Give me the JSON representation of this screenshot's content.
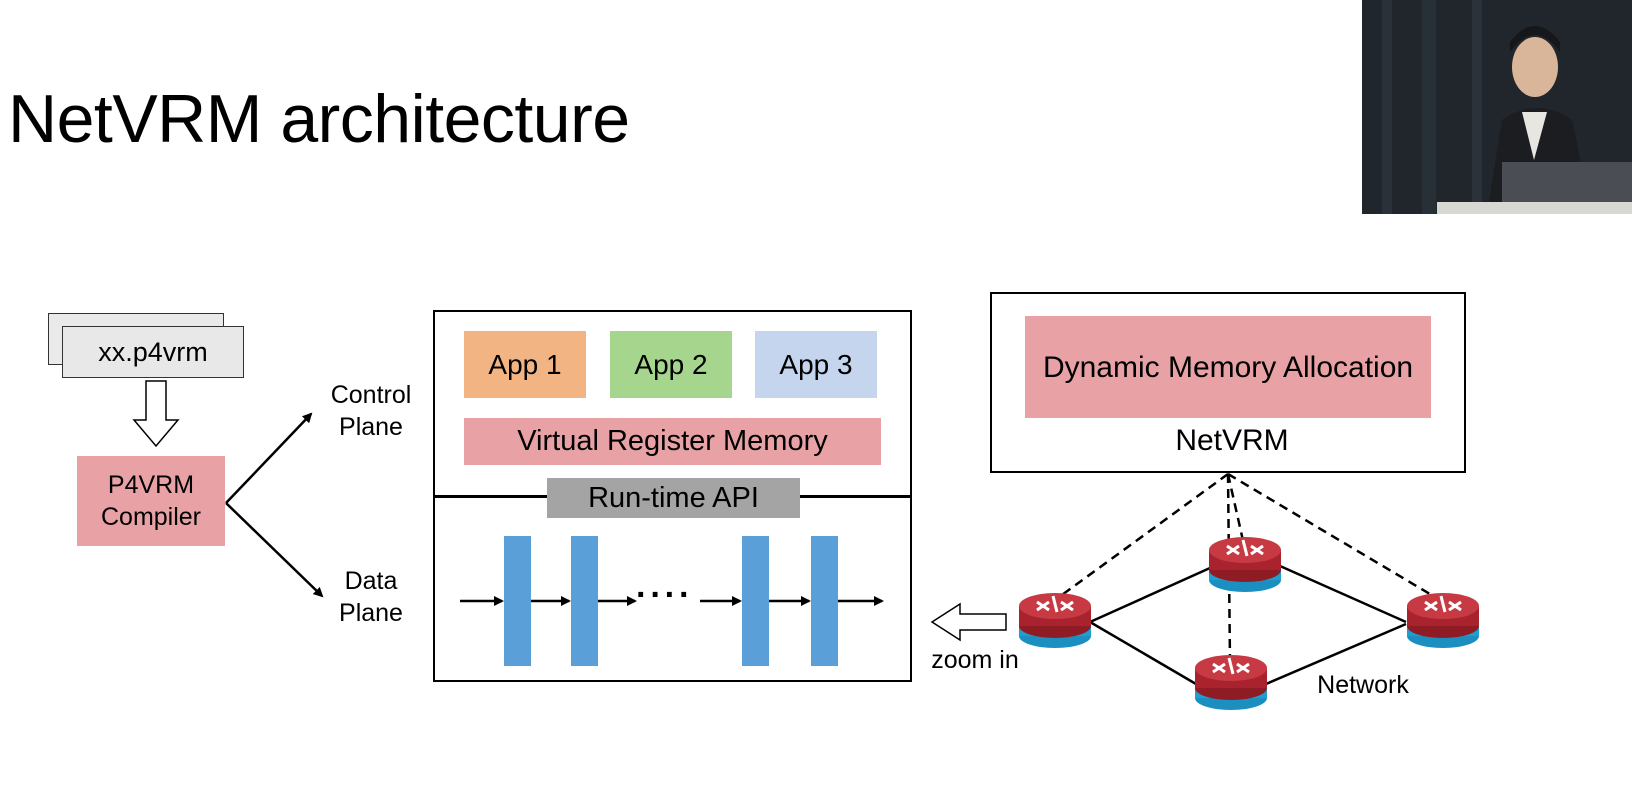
{
  "slide": {
    "title": "NetVRM architecture"
  },
  "compile": {
    "file_name": "xx.p4vrm",
    "compiler_label": "P4VRM Compiler"
  },
  "planes": {
    "control": "Control Plane",
    "data": "Data Plane"
  },
  "switch_box": {
    "apps": [
      "App 1",
      "App 2",
      "App 3"
    ],
    "app_colors": [
      "#f3b483",
      "#a6d58e",
      "#c5d5ee"
    ],
    "vrm_label": "Virtual Register Memory",
    "runtime_api_label": "Run-time API",
    "pipeline_ellipsis": "····"
  },
  "netvrm_box": {
    "allocation_label": "Dynamic Memory Allocation",
    "caption": "NetVRM"
  },
  "network": {
    "zoom_label": "zoom in",
    "network_label": "Network",
    "router_icon": "router-icon"
  },
  "colors": {
    "pink": "#e8a2a6",
    "stage_blue": "#5a9fd8",
    "api_gray": "#a4a4a4",
    "router_red": "#a8232e",
    "router_blue": "#1d9fd0"
  }
}
